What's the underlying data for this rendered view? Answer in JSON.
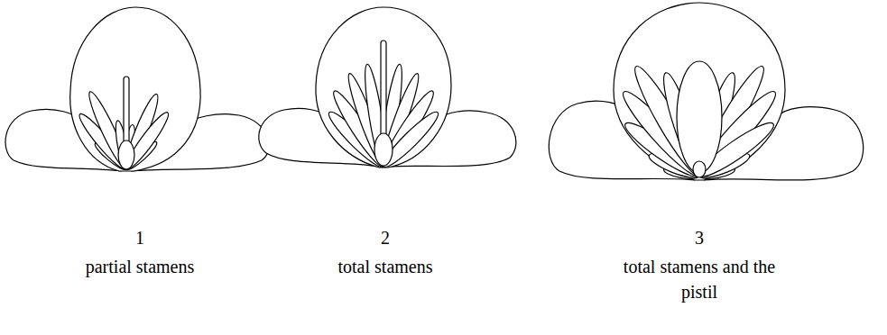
{
  "diagram": {
    "labels": [
      "1",
      "partial stamens",
      "2",
      "total stamens",
      "3",
      "total stamens and the pistil"
    ]
  }
}
